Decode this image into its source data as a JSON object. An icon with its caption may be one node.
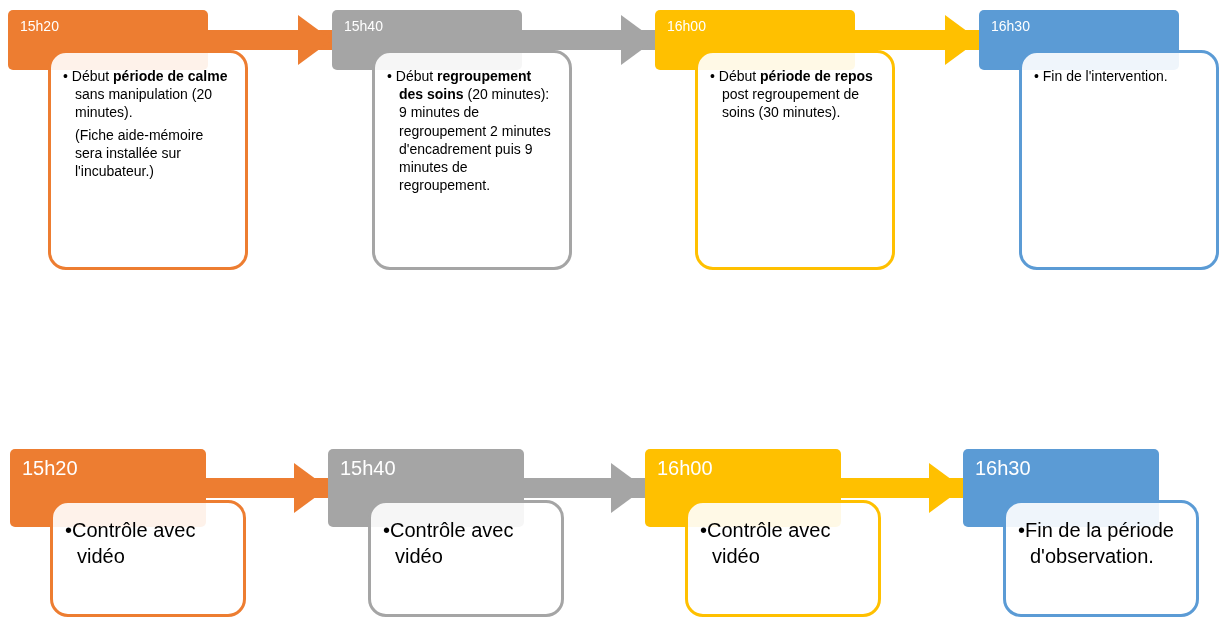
{
  "diagram": {
    "nodes": [
      {
        "text": [
          "15h20"
        ]
      },
      {
        "text": [
          "• Début **période de calme** sans manipulation (20 minutes).",
          "(Fiche aide-mémoire sera installée sur l'incubateur.)"
        ]
      },
      {
        "text": [
          "15h40"
        ]
      },
      {
        "text": [
          "• Début **regroupement des soins** (20 minutes): 9 minutes de regroupement 2 minutes d'encadrement puis 9 minutes de regroupement."
        ]
      },
      {
        "text": [
          "16h00"
        ]
      },
      {
        "text": [
          "• Début **période de repos** post regroupement de soins (30 minutes)."
        ]
      },
      {
        "text": [
          "16h30"
        ]
      },
      {
        "text": [
          "• Fin de l'intervention."
        ]
      },
      {
        "text": [
          "15h20"
        ]
      },
      {
        "text": [
          "•Contrôle avec vidéo"
        ]
      },
      {
        "text": [
          "15h40"
        ]
      },
      {
        "text": [
          "•Contrôle avec vidéo"
        ]
      },
      {
        "text": [
          "16h00"
        ]
      },
      {
        "text": [
          "•Contrôle avec vidéo"
        ]
      },
      {
        "text": [
          "16h30"
        ]
      },
      {
        "text": [
          "•Fin de la période d'observation."
        ]
      }
    ],
    "edges": [
      {
        "from": 0,
        "to": 2,
        "arrow": "to",
        "color": "#ed7d31"
      },
      {
        "from": 2,
        "to": 4,
        "arrow": "to",
        "color": "#a5a5a5"
      },
      {
        "from": 4,
        "to": 6,
        "arrow": "to",
        "color": "#ffc000"
      },
      {
        "from": 8,
        "to": 10,
        "arrow": "to",
        "color": "#ed7d31"
      },
      {
        "from": 10,
        "to": 12,
        "arrow": "to",
        "color": "#a5a5a5"
      },
      {
        "from": 12,
        "to": 14,
        "arrow": "to",
        "color": "#ffc000"
      }
    ]
  }
}
